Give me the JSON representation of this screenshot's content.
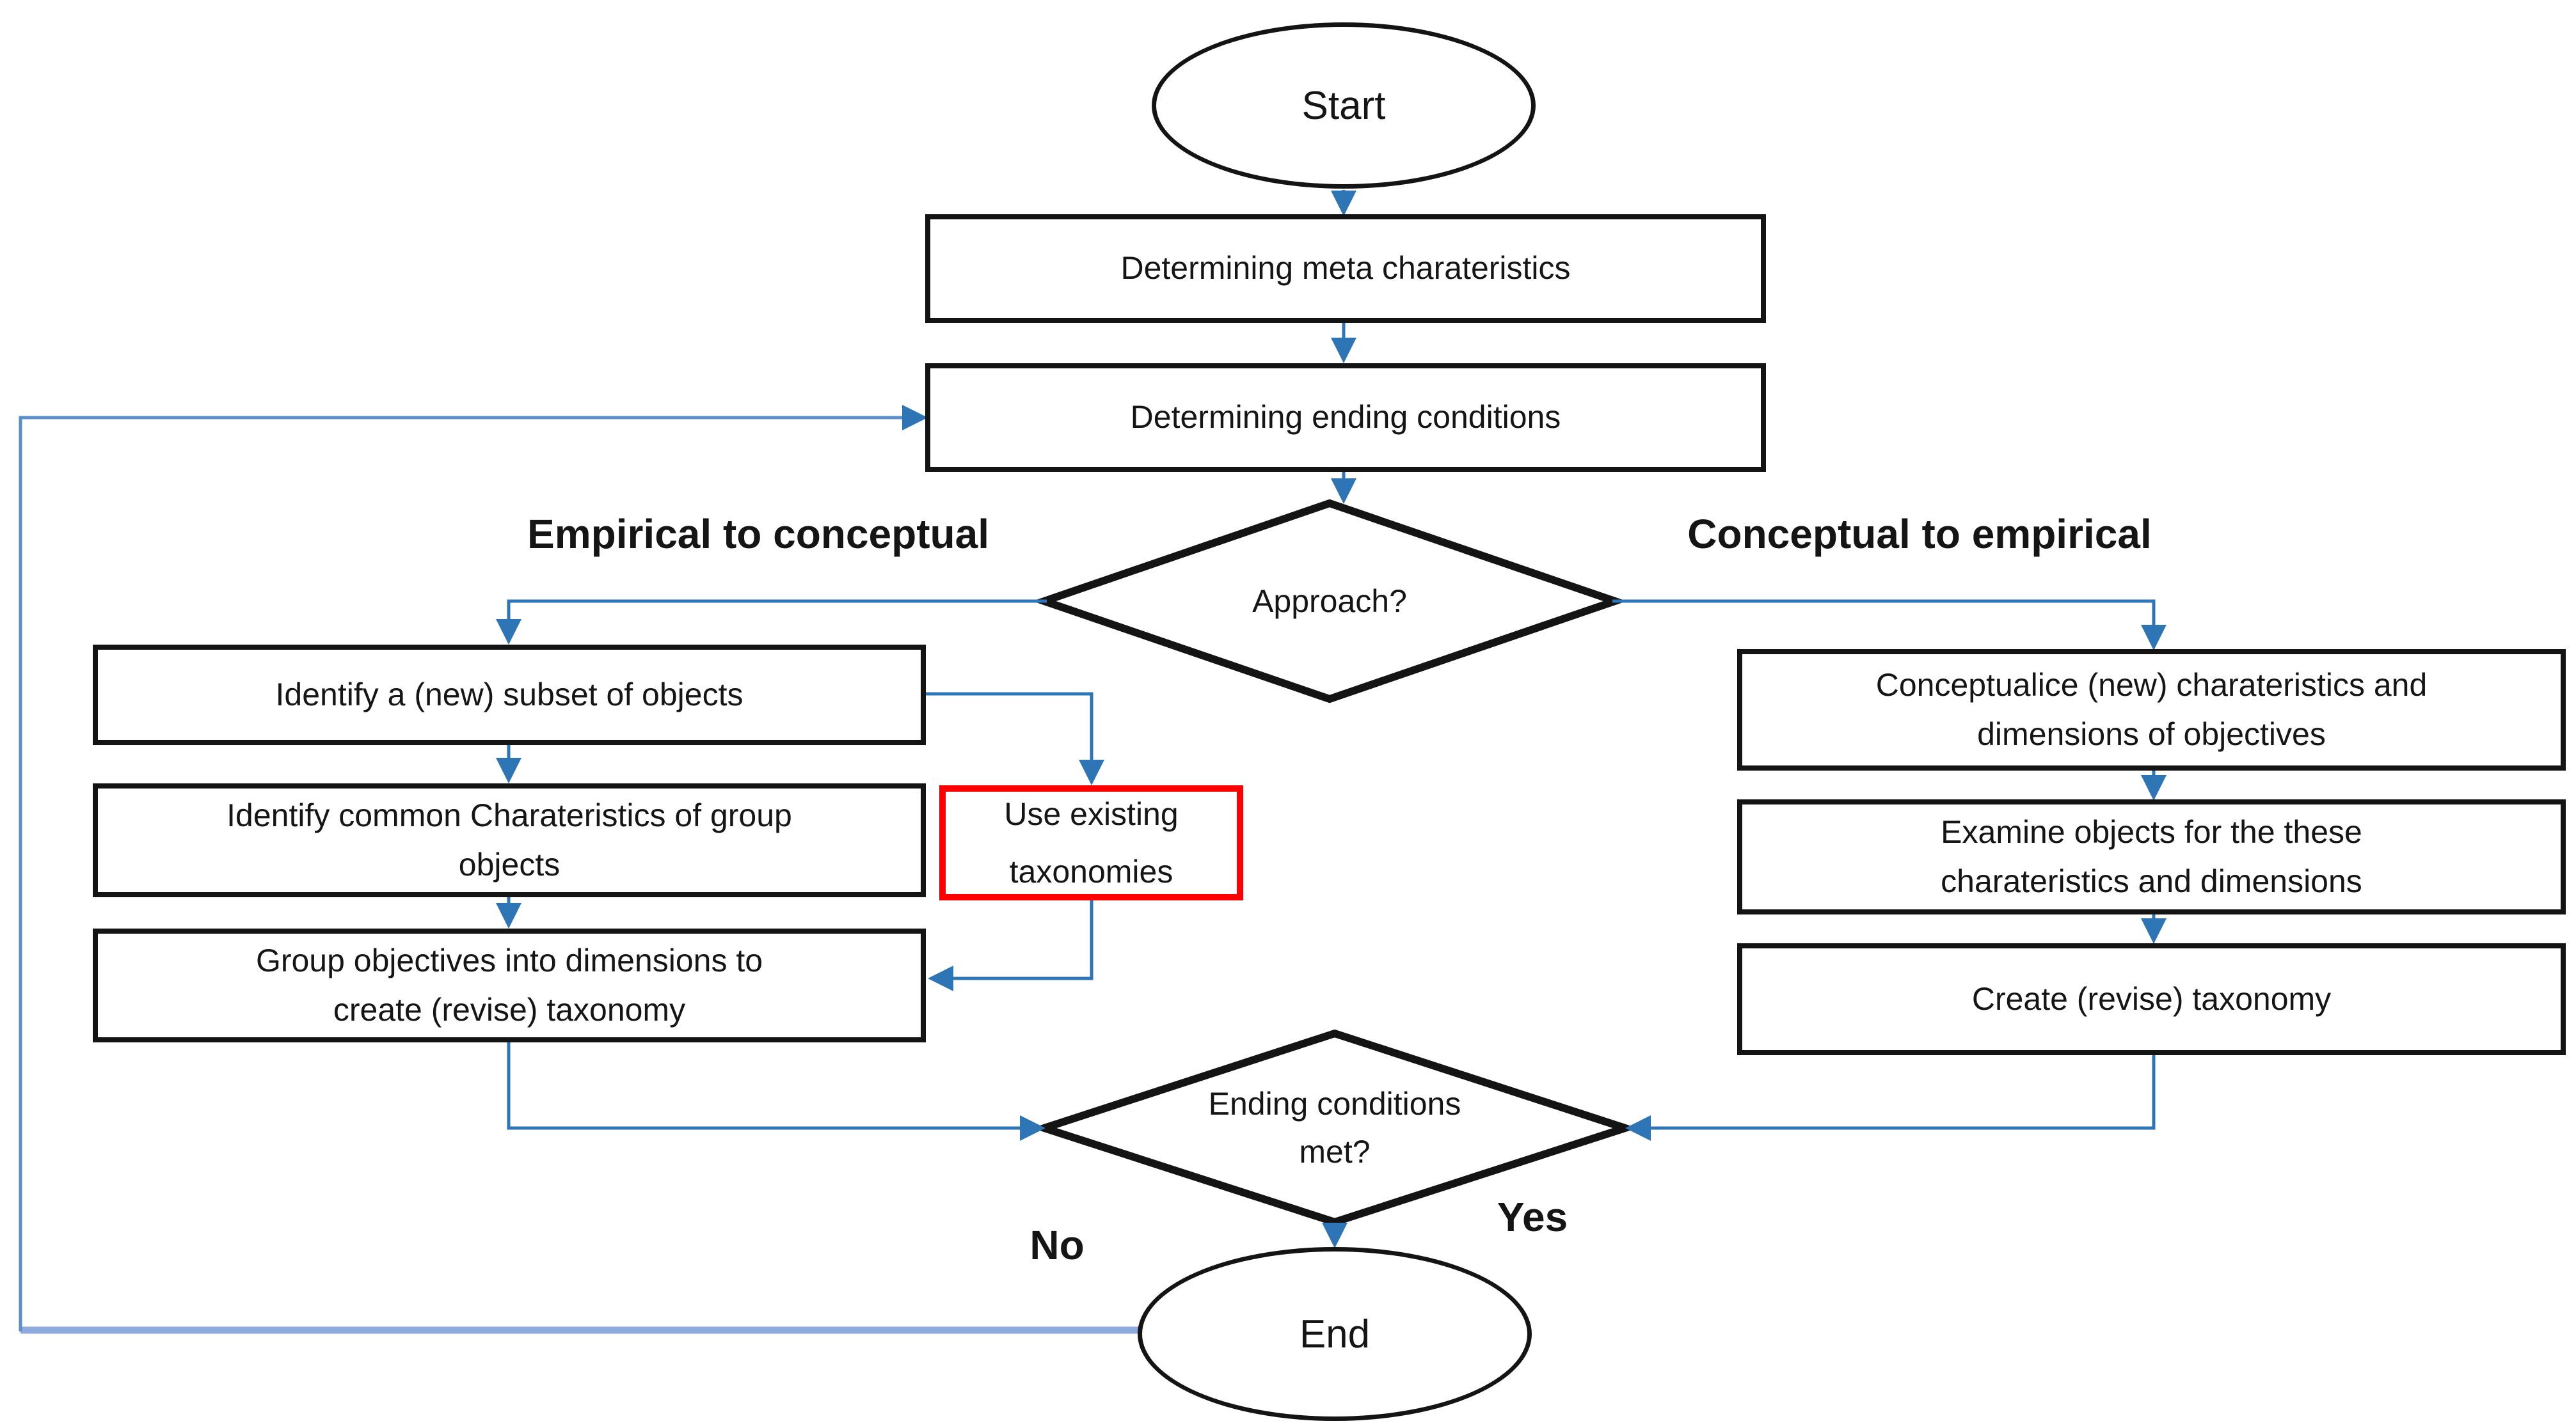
{
  "colors": {
    "connector_blue": "#2E75B6",
    "feedback_light": "#8EA9DB",
    "feedback_mid": "#5B8FCC",
    "box_border": "#141414",
    "red_border": "#FF0000",
    "text_color": "#151515",
    "bg": "#FFFFFF"
  },
  "nodes": {
    "start": {
      "label": "Start"
    },
    "determine_meta": {
      "label": "Determining meta charateristics"
    },
    "determine_ending": {
      "label": "Determining ending conditions"
    },
    "approach": {
      "label": "Approach?"
    },
    "identify_subset": {
      "label": "Identify a (new) subset of objects"
    },
    "identify_common": {
      "label": "Identify common Charateristics of group\nobjects"
    },
    "use_existing": {
      "label": "Use existing\ntaxonomies"
    },
    "group_objectives": {
      "label": "Group objectives into dimensions to\ncreate (revise) taxonomy"
    },
    "conceptualize": {
      "label": "Conceptualice (new) charateristics and\ndimensions of objectives"
    },
    "examine": {
      "label": "Examine objects for the these\ncharateristics and dimensions"
    },
    "create_taxonomy": {
      "label": "Create (revise) taxonomy"
    },
    "ending_conditions": {
      "label": "Ending conditions\nmet?"
    },
    "end": {
      "label": "End"
    }
  },
  "edge_labels": {
    "branch_left": "Empirical to conceptual",
    "branch_right": "Conceptual to empirical",
    "yes": "Yes",
    "no": "No"
  }
}
